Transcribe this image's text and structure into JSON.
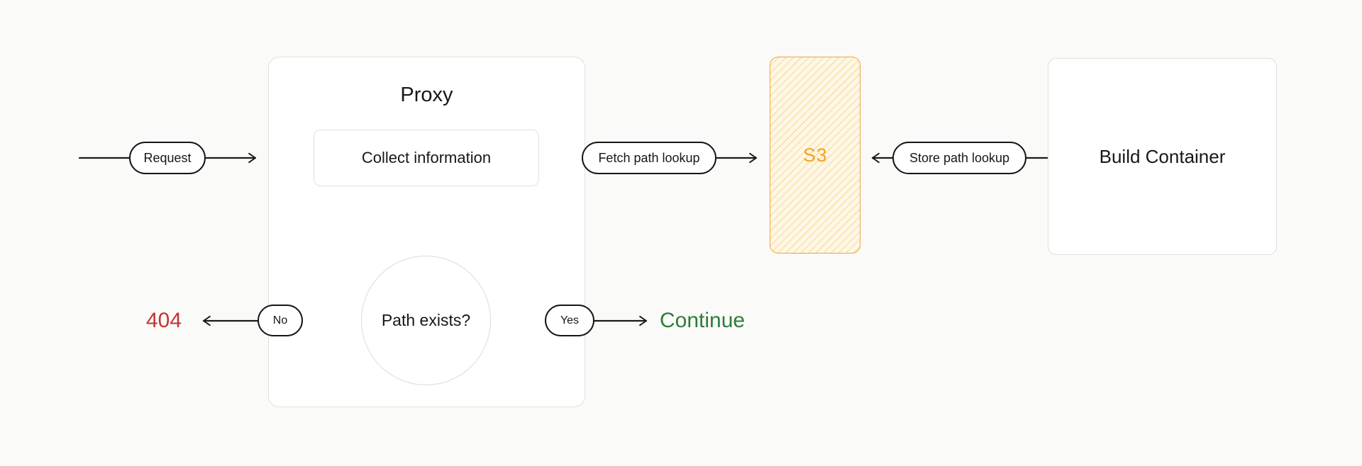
{
  "nodes": {
    "proxy": {
      "title": "Proxy"
    },
    "collect_information": {
      "label": "Collect information"
    },
    "path_exists": {
      "label": "Path exists?"
    },
    "s3": {
      "label": "S3"
    },
    "build_container": {
      "label": "Build Container"
    }
  },
  "edge_labels": {
    "request": "Request",
    "fetch_path_lookup": "Fetch path lookup",
    "store_path_lookup": "Store path lookup",
    "no": "No",
    "yes": "Yes"
  },
  "outcomes": {
    "not_found": {
      "label": "404",
      "color": "#C43434"
    },
    "continue": {
      "label": "Continue",
      "color": "#2E7D36"
    }
  },
  "colors": {
    "background": "#FAFAF9",
    "node_fill": "#FFFFFF",
    "node_border": "#E0E0DB",
    "connector": "#1A1A1A",
    "s3_border": "#F1A43C",
    "s3_fill": "#FEF7E6",
    "s3_hatch": "#FAE0AC",
    "s3_text": "#F5A220"
  }
}
